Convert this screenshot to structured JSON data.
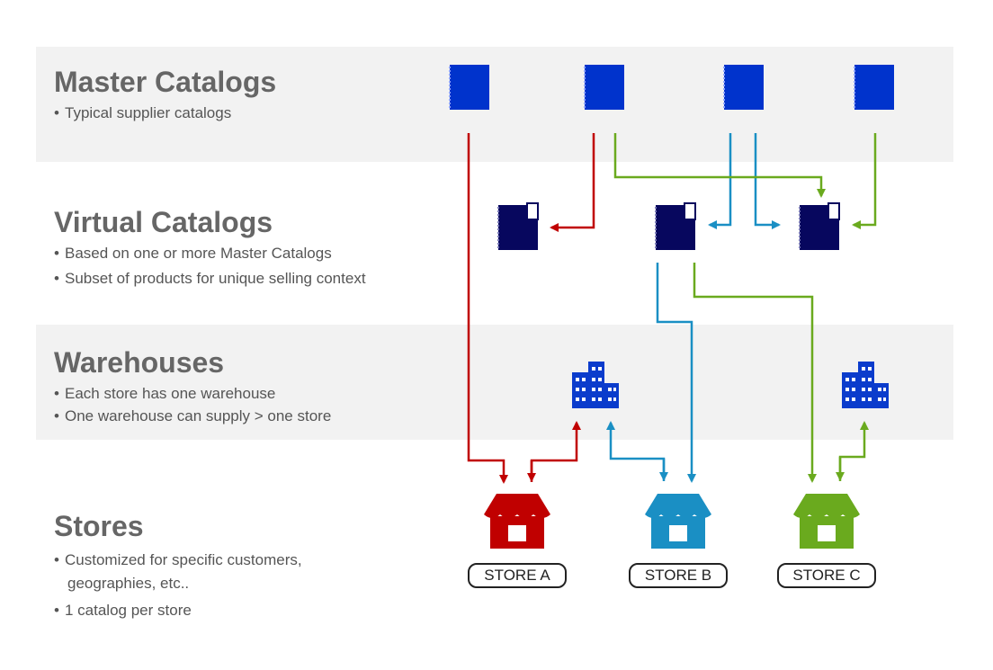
{
  "colors": {
    "band": "#f2f2f2",
    "master_catalog": "#0033cc",
    "virtual_catalog": "#07075e",
    "warehouse": "#0b3ccc",
    "red": "#c00000",
    "blue": "#1a8fc4",
    "green": "#6aaa1e"
  },
  "tiers": {
    "master": {
      "title": "Master Catalogs",
      "bullets": [
        "Typical supplier catalogs"
      ]
    },
    "virtual": {
      "title": "Virtual Catalogs",
      "bullets": [
        "Based on one or more Master Catalogs",
        "Subset of products for unique selling context"
      ]
    },
    "warehouses": {
      "title": "Warehouses",
      "bullets": [
        "Each store has one warehouse",
        "One warehouse can supply > one store"
      ]
    },
    "stores": {
      "title": "Stores",
      "bullets": [
        "Customized for specific customers,",
        "geographies, etc..",
        "1 catalog per store"
      ]
    }
  },
  "icons": {
    "master_catalog": "catalog-book-icon",
    "virtual_catalog": "virtual-catalog-icon",
    "warehouse": "warehouse-building-icon",
    "store": "storefront-icon"
  },
  "stores": [
    {
      "label": "STORE A",
      "color": "#c00000"
    },
    {
      "label": "STORE B",
      "color": "#1a8fc4"
    },
    {
      "label": "STORE C",
      "color": "#6aaa1e"
    }
  ]
}
